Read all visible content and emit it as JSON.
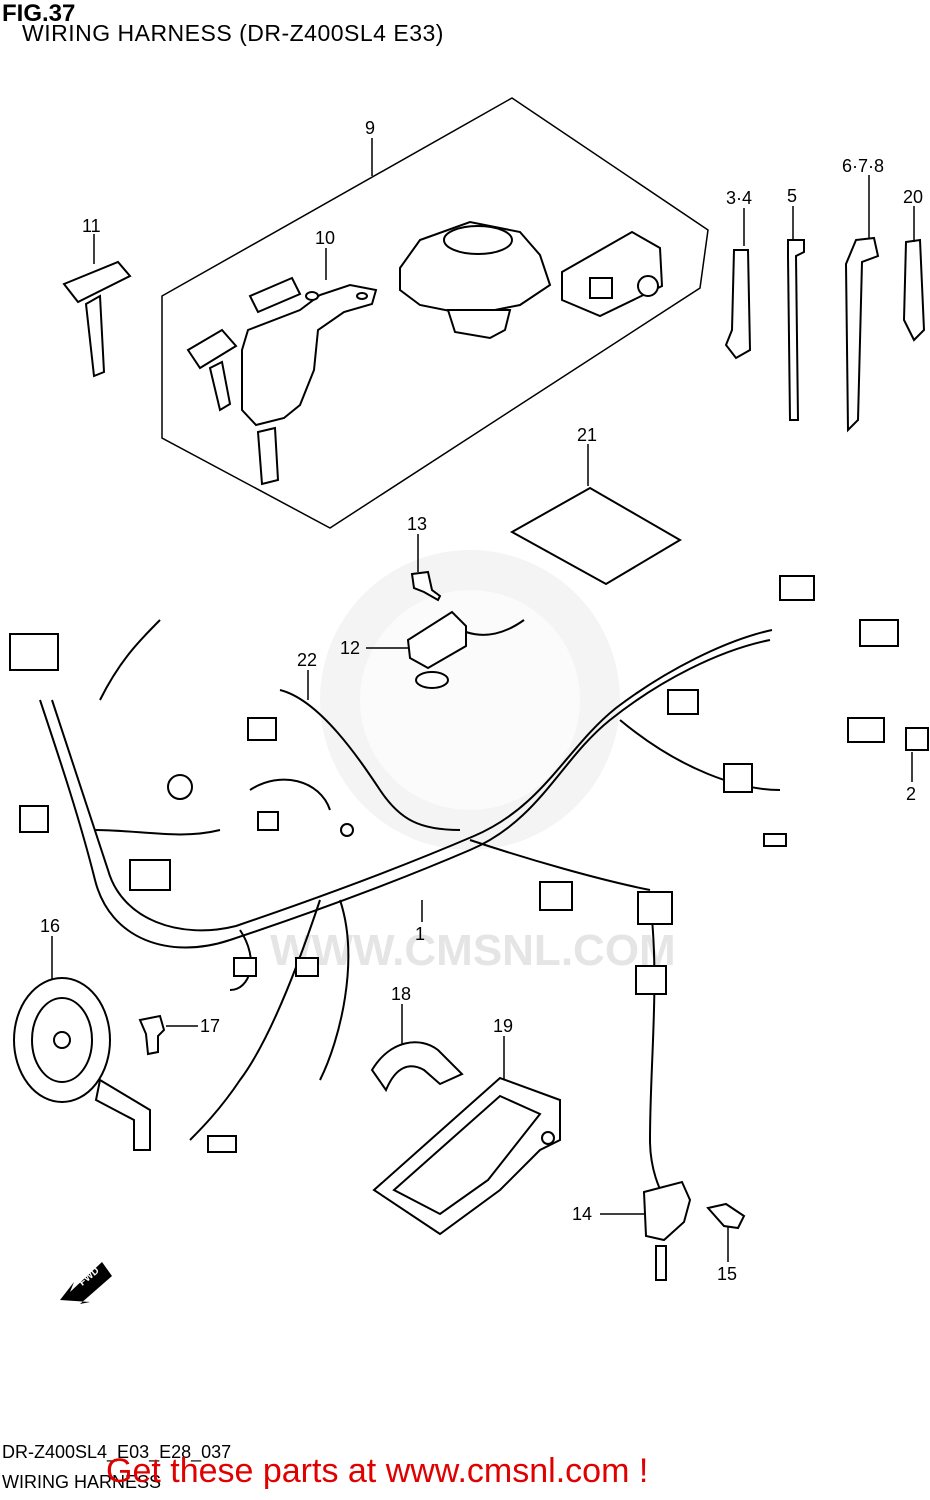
{
  "header": {
    "fig": "FIG.37",
    "title": "WIRING HARNESS (DR-Z400SL4 E33)"
  },
  "watermark": {
    "text": "WWW.CMSNL.COM",
    "color": "#d6d6d6"
  },
  "callouts": {
    "p1": "1",
    "p2": "2",
    "p34": "3·4",
    "p5": "5",
    "p678": "6·7·8",
    "p9": "9",
    "p10": "10",
    "p11": "11",
    "p12": "12",
    "p13": "13",
    "p14": "14",
    "p15": "15",
    "p16": "16",
    "p17": "17",
    "p18": "18",
    "p19": "19",
    "p20": "20",
    "p21": "21",
    "p22": "22"
  },
  "fwd_label": "FWD",
  "footer": {
    "code": "DR-Z400SL4_E03_E28_037",
    "name": "WIRING HARNESS",
    "promo": "Get these parts at www.cmsnl.com !",
    "promo_color": "#e00000"
  }
}
